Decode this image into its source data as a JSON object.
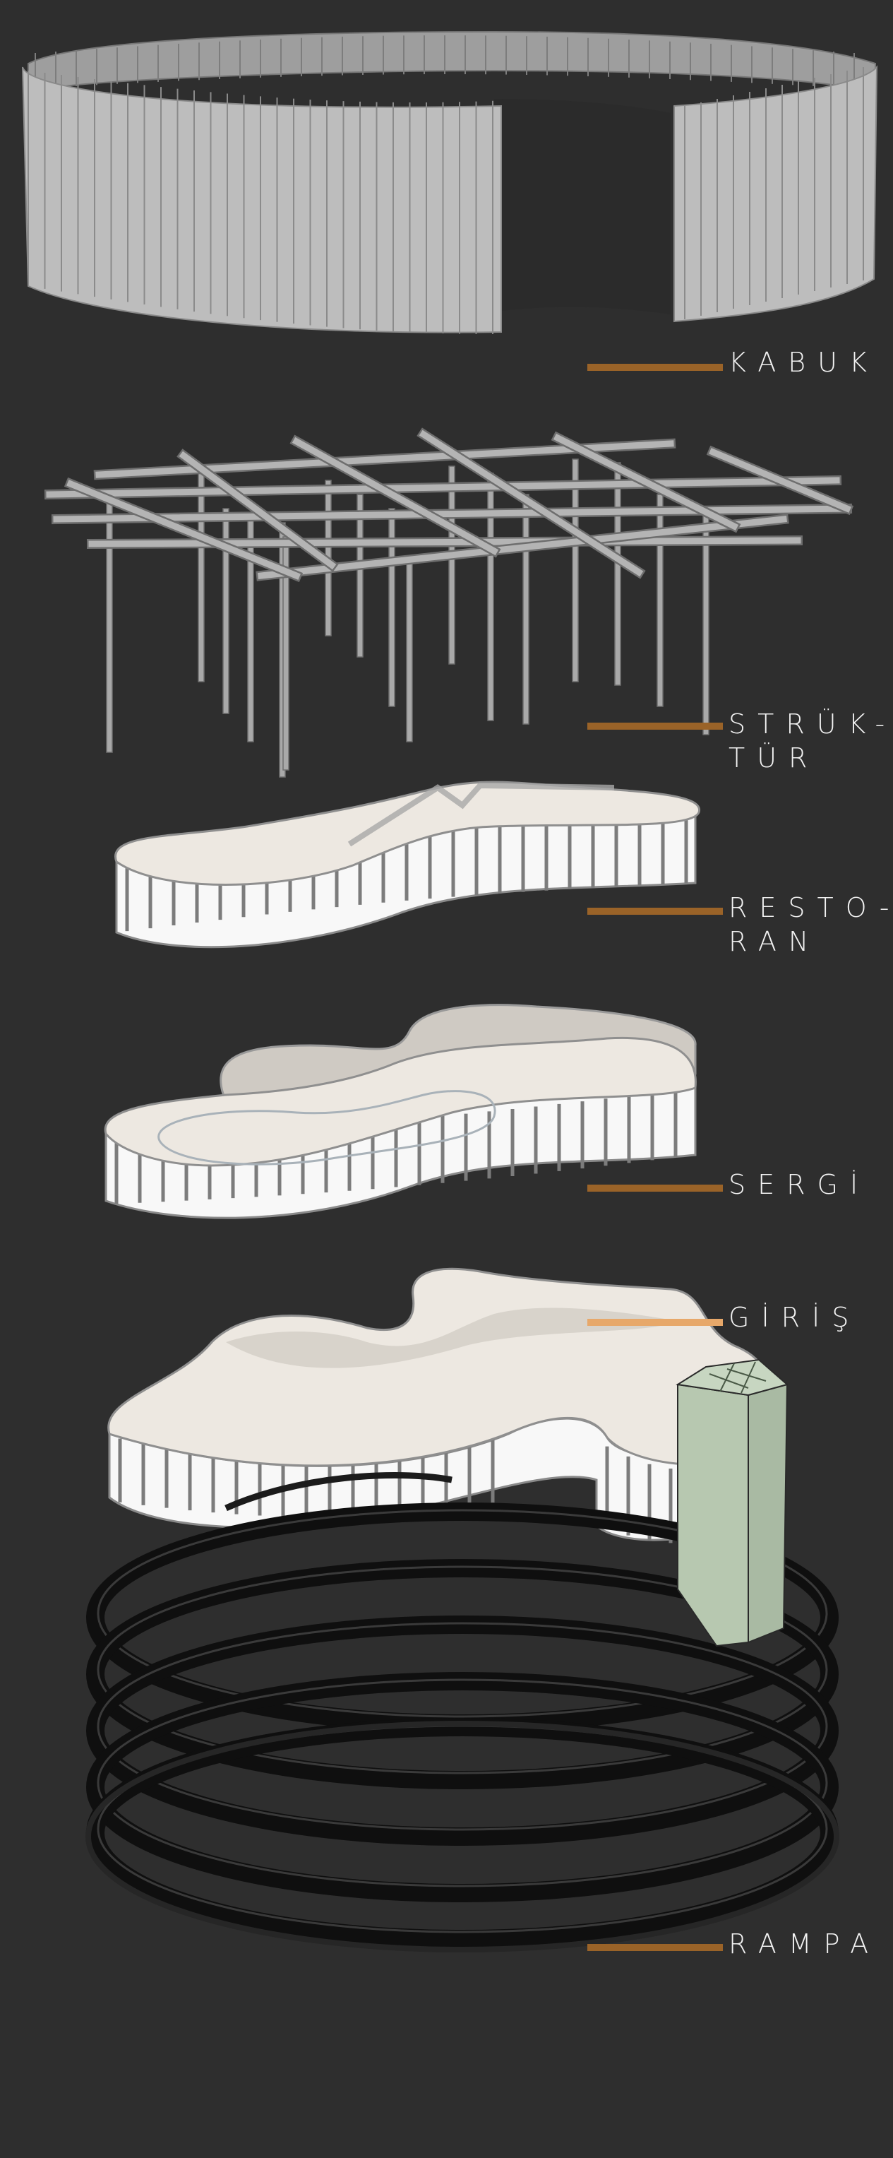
{
  "layers": [
    {
      "id": "kabuk",
      "label": "KABUK",
      "leader_color": "#9a6328"
    },
    {
      "id": "struktur",
      "label": "STRÜK-\nTÜR",
      "leader_color": "#9a6328"
    },
    {
      "id": "restoran",
      "label": "RESTO-\nRAN",
      "leader_color": "#9a6328"
    },
    {
      "id": "sergi",
      "label": "SERGİ",
      "leader_color": "#9a6328"
    },
    {
      "id": "giris",
      "label": "GİRİŞ",
      "leader_color": "#e7a86a"
    },
    {
      "id": "rampa",
      "label": "RAMPA",
      "leader_color": "#9a6328"
    }
  ],
  "colors": {
    "background": "#2e2e2e",
    "shell_panel": "#b8b8b8",
    "slab_top": "#ece7e0",
    "glass": "#f7f7f7",
    "mullion": "#7c7c7c",
    "structure": "#a9a9a9",
    "core": "#b7c8b0",
    "ramp": "#151515"
  }
}
